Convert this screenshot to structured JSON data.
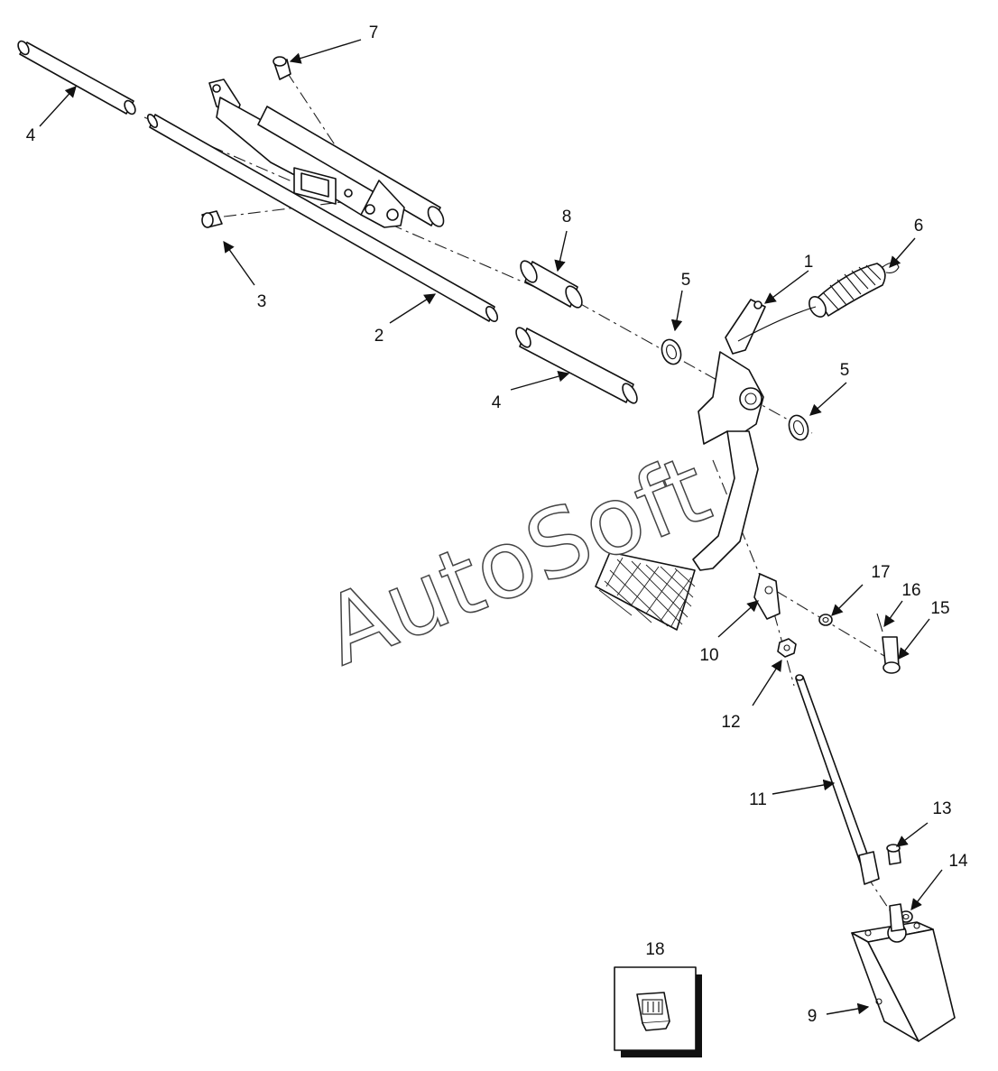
{
  "watermark": "AutoSoft",
  "callouts": {
    "c1": "1",
    "c2": "2",
    "c3": "3",
    "c4a": "4",
    "c4b": "4",
    "c5a": "5",
    "c5b": "5",
    "c6": "6",
    "c7": "7",
    "c8": "8",
    "c9": "9",
    "c10": "10",
    "c11": "11",
    "c12": "12",
    "c13": "13",
    "c14": "14",
    "c15": "15",
    "c16": "16",
    "c17": "17",
    "c18": "18"
  }
}
